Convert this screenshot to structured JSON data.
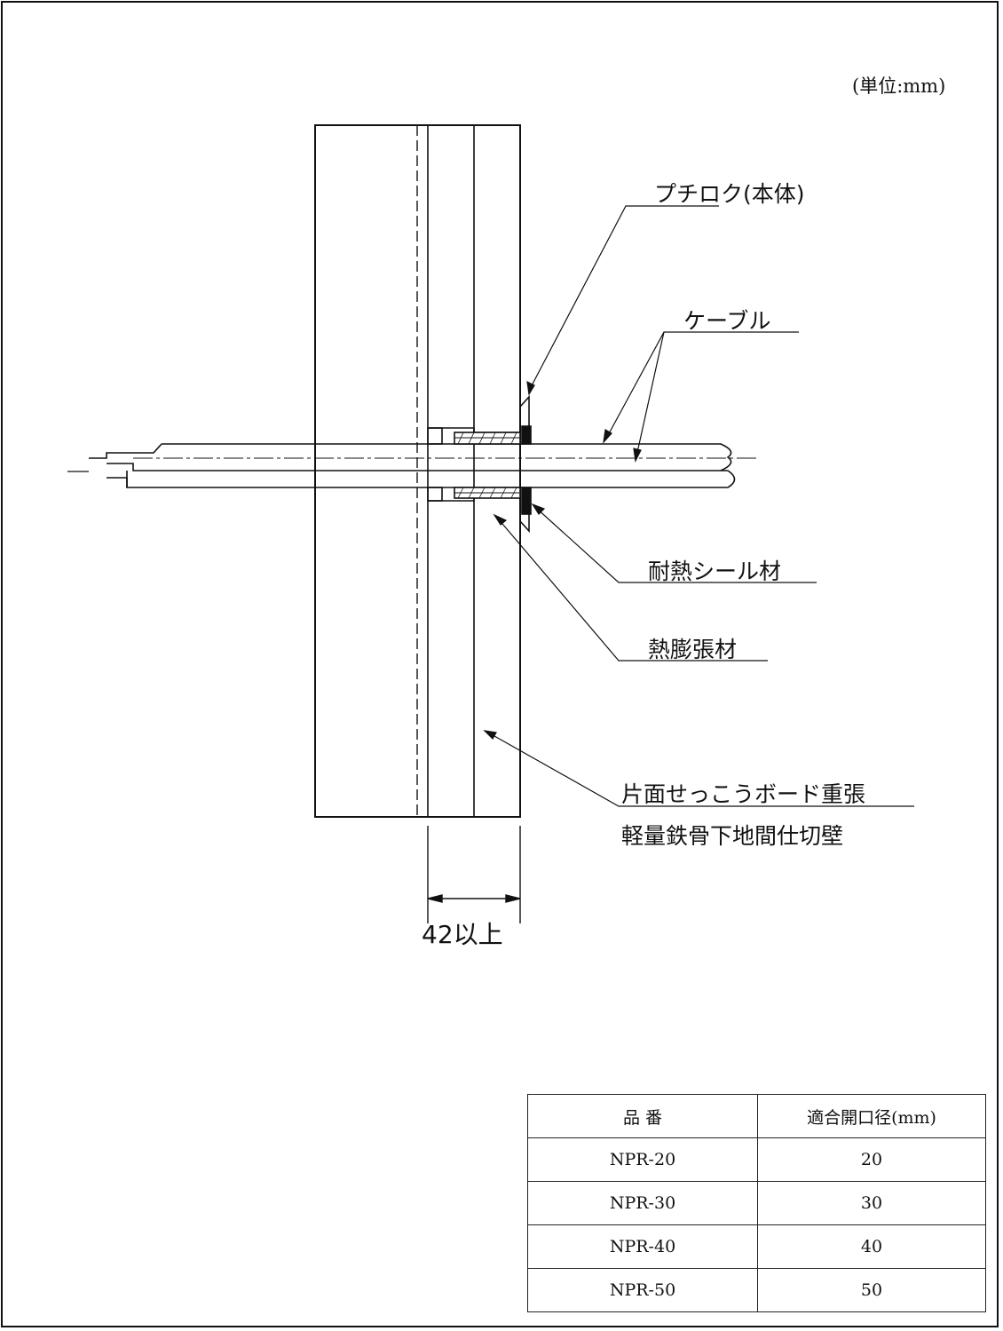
{
  "unit_note": "(単位:mm)",
  "labels": {
    "body": "プチロク(本体)",
    "cable": "ケーブル",
    "seal": "耐熱シール材",
    "expansion": "熱膨張材",
    "wall_line1": "片面せっこうボード重張",
    "wall_line2": "軽量鉄骨下地間仕切壁"
  },
  "dimension": "42以上",
  "table": {
    "headers": [
      "品 番",
      "適合開口径(mm)"
    ],
    "rows": [
      [
        "NPR-20",
        "20"
      ],
      [
        "NPR-30",
        "30"
      ],
      [
        "NPR-40",
        "40"
      ],
      [
        "NPR-50",
        "50"
      ]
    ]
  }
}
